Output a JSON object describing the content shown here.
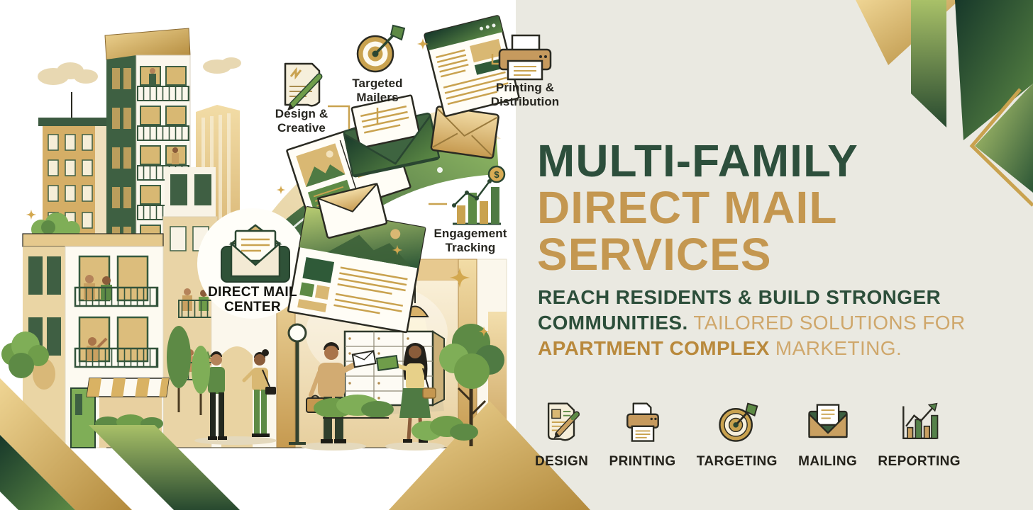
{
  "palette": {
    "right_background": "#eae9e1",
    "dark_green": "#2d4f3c",
    "gold": "#c49750",
    "light_gold": "#cfa76b",
    "deep_gold": "#b9893c",
    "label_dark": "#23211a"
  },
  "illustration": {
    "badge": {
      "label": "DIRECT MAIL\nCENTER",
      "icon": "open-envelope-icon"
    },
    "callouts": [
      {
        "label": "Design &\nCreative",
        "icon": "document-pencil-icon"
      },
      {
        "label": "Targeted\nMailers",
        "icon": "target-arrow-icon"
      },
      {
        "label": "Printing &\nDistribution",
        "icon": "printer-icon"
      },
      {
        "label": "Engagement\nTracking",
        "icon": "engagement-chart-icon"
      }
    ],
    "engagement_dollar": "$"
  },
  "hero": {
    "title_line1": "MULTI-FAMILY",
    "title_line2": "DIRECT MAIL",
    "title_line3": "SERVICES",
    "subtitle": {
      "line1": "REACH RESIDENTS & BUILD STRONGER",
      "line2_strong": "COMMUNITIES.",
      "line2_rest": "TAILORED SOLUTIONS FOR",
      "line3_strong": "APARTMENT COMPLEX",
      "line3_rest": "MARKETING."
    }
  },
  "services": [
    {
      "label": "DESIGN",
      "icon": "design-icon"
    },
    {
      "label": "PRINTING",
      "icon": "printer-icon"
    },
    {
      "label": "TARGETING",
      "icon": "target-icon"
    },
    {
      "label": "MAILING",
      "icon": "envelope-icon"
    },
    {
      "label": "REPORTING",
      "icon": "bar-chart-icon"
    }
  ]
}
